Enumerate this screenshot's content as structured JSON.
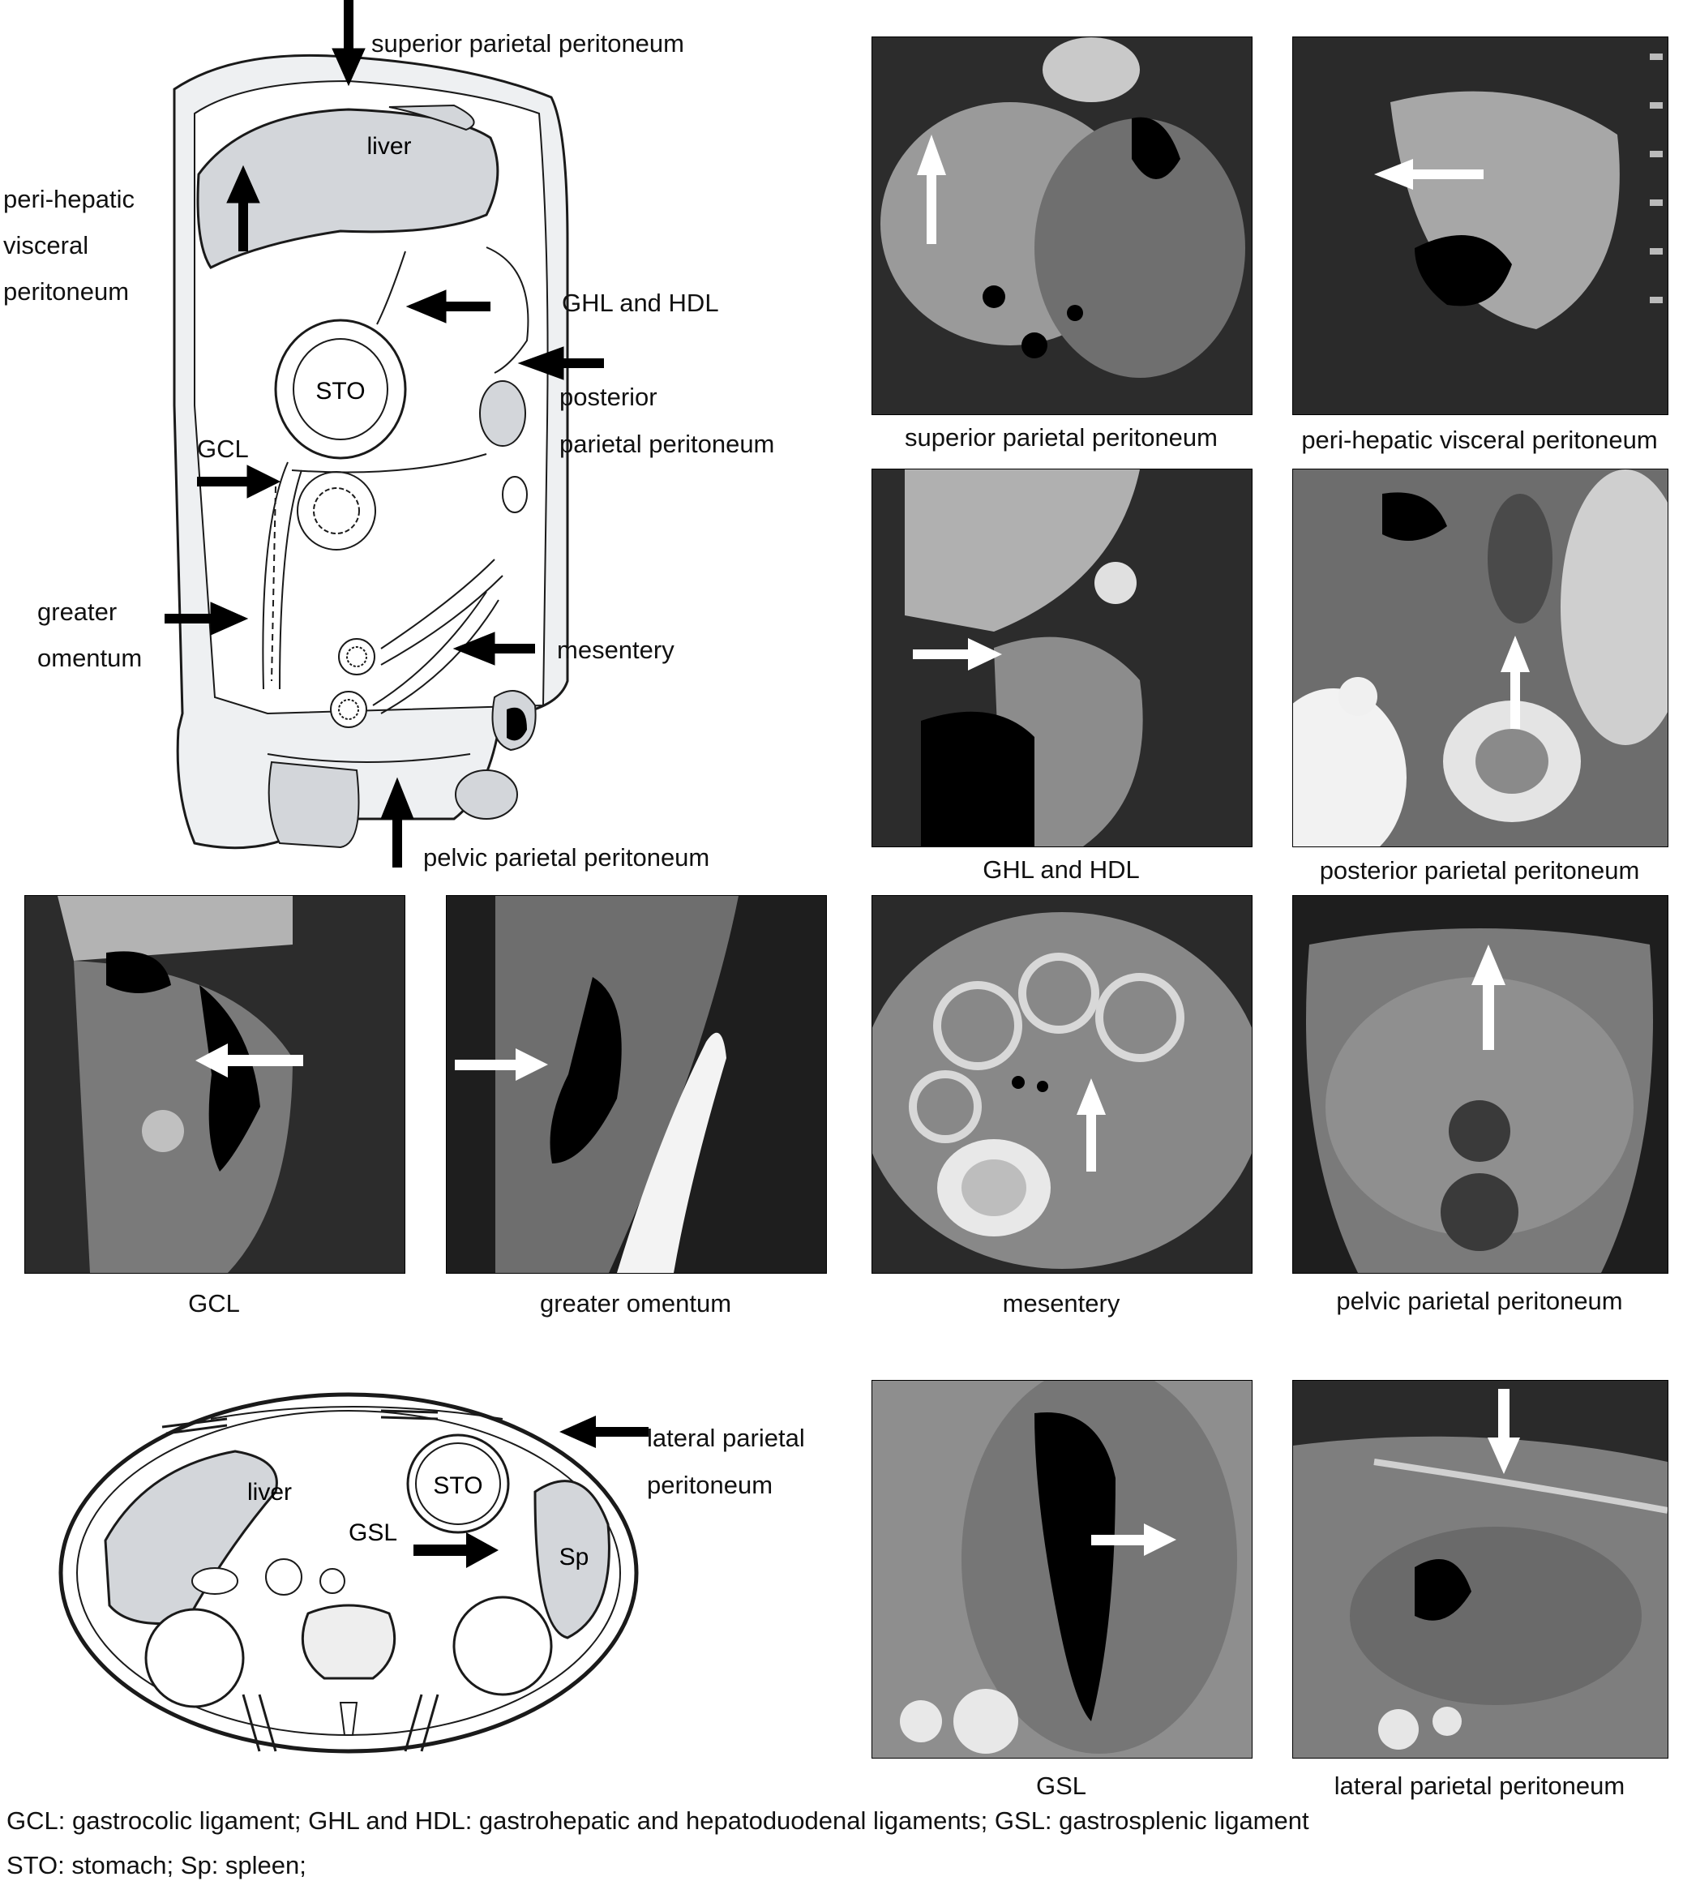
{
  "colors": {
    "organ_fill": "#d3d6da",
    "outline": "#1a1a1a",
    "ct_bg": "#2a2a2a",
    "arrow_black": "#000000",
    "arrow_white": "#ffffff"
  },
  "sagittal_diagram": {
    "organ_labels": {
      "liver": "liver",
      "stomach": "STO"
    },
    "labels": {
      "superior_parietal": "superior parietal peritoneum",
      "perihepatic_1": "peri-hepatic",
      "perihepatic_2": "visceral",
      "perihepatic_3": "peritoneum",
      "ghl_hdl": "GHL and HDL",
      "posterior_1": "posterior",
      "posterior_2": "parietal peritoneum",
      "gcl": "GCL",
      "greater_1": "greater",
      "greater_2": "omentum",
      "mesentery": "mesentery",
      "pelvic_parietal": "pelvic parietal peritoneum"
    }
  },
  "axial_diagram": {
    "organ_labels": {
      "liver": "liver",
      "stomach": "STO",
      "spleen": "Sp",
      "gsl": "GSL"
    },
    "labels": {
      "lateral_1": "lateral parietal",
      "lateral_2": "peritoneum"
    }
  },
  "ct_panels": [
    {
      "id": "superior-parietal",
      "caption": "superior parietal peritoneum"
    },
    {
      "id": "perihepatic-visceral",
      "caption": "peri-hepatic visceral peritoneum"
    },
    {
      "id": "ghl-hdl",
      "caption": "GHL and HDL"
    },
    {
      "id": "posterior-parietal",
      "caption": "posterior parietal peritoneum"
    },
    {
      "id": "gcl",
      "caption": "GCL"
    },
    {
      "id": "greater-omentum",
      "caption": "greater omentum"
    },
    {
      "id": "mesentery",
      "caption": "mesentery"
    },
    {
      "id": "pelvic-parietal",
      "caption": "pelvic parietal peritoneum"
    },
    {
      "id": "gsl",
      "caption": "GSL"
    },
    {
      "id": "lateral-parietal",
      "caption": "lateral parietal peritoneum"
    }
  ],
  "footer": {
    "line1": "GCL: gastrocolic ligament; GHL and HDL: gastrohepatic and hepatoduodenal ligaments; GSL: gastrosplenic ligament",
    "line2": "STO: stomach; Sp: spleen;"
  }
}
